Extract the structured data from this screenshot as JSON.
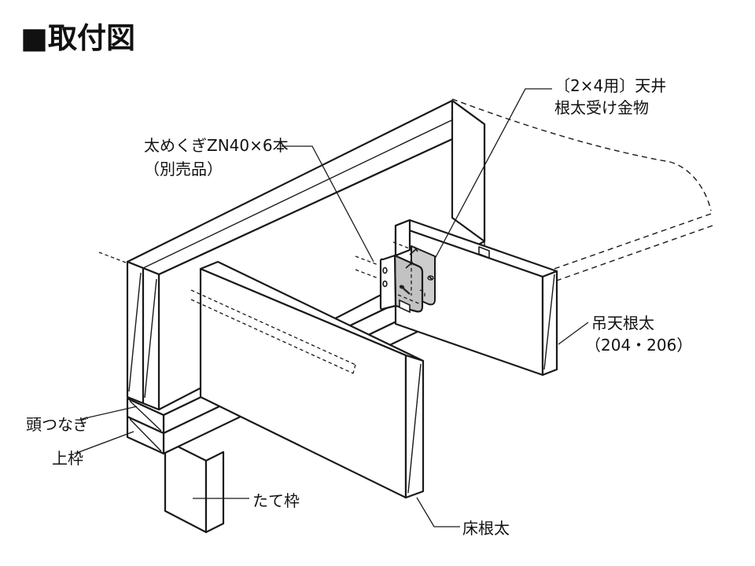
{
  "title": "■取付図",
  "labels": {
    "bracket": {
      "line1": "〔2×4用〕天井",
      "line2": "根太受け金物"
    },
    "nails": {
      "line1": "太めくぎZN40×6本",
      "line2": "（別売品）"
    },
    "hanging_joist": {
      "line1": "吊天根太",
      "line2": "（204・206）"
    },
    "head_tie": "頭つなぎ",
    "top_plate": "上枠",
    "stud": "たて枠",
    "floor_joist": "床根太"
  },
  "colors": {
    "line": "#1a1a1a",
    "background": "#ffffff",
    "bracket_near_plate": "#c2c2c2",
    "bracket_far_plate": "#cdcdcd",
    "bracket_flange": "#ffffff"
  },
  "diagram": {
    "type": "isometric-construction-detail",
    "subject": "2x4 ceiling joist hanger bracket installation",
    "parts_shown": [
      "天井根太受け金物",
      "太めくぎZN40",
      "吊天根太",
      "床根太",
      "頭つなぎ",
      "上枠",
      "たて枠"
    ]
  }
}
